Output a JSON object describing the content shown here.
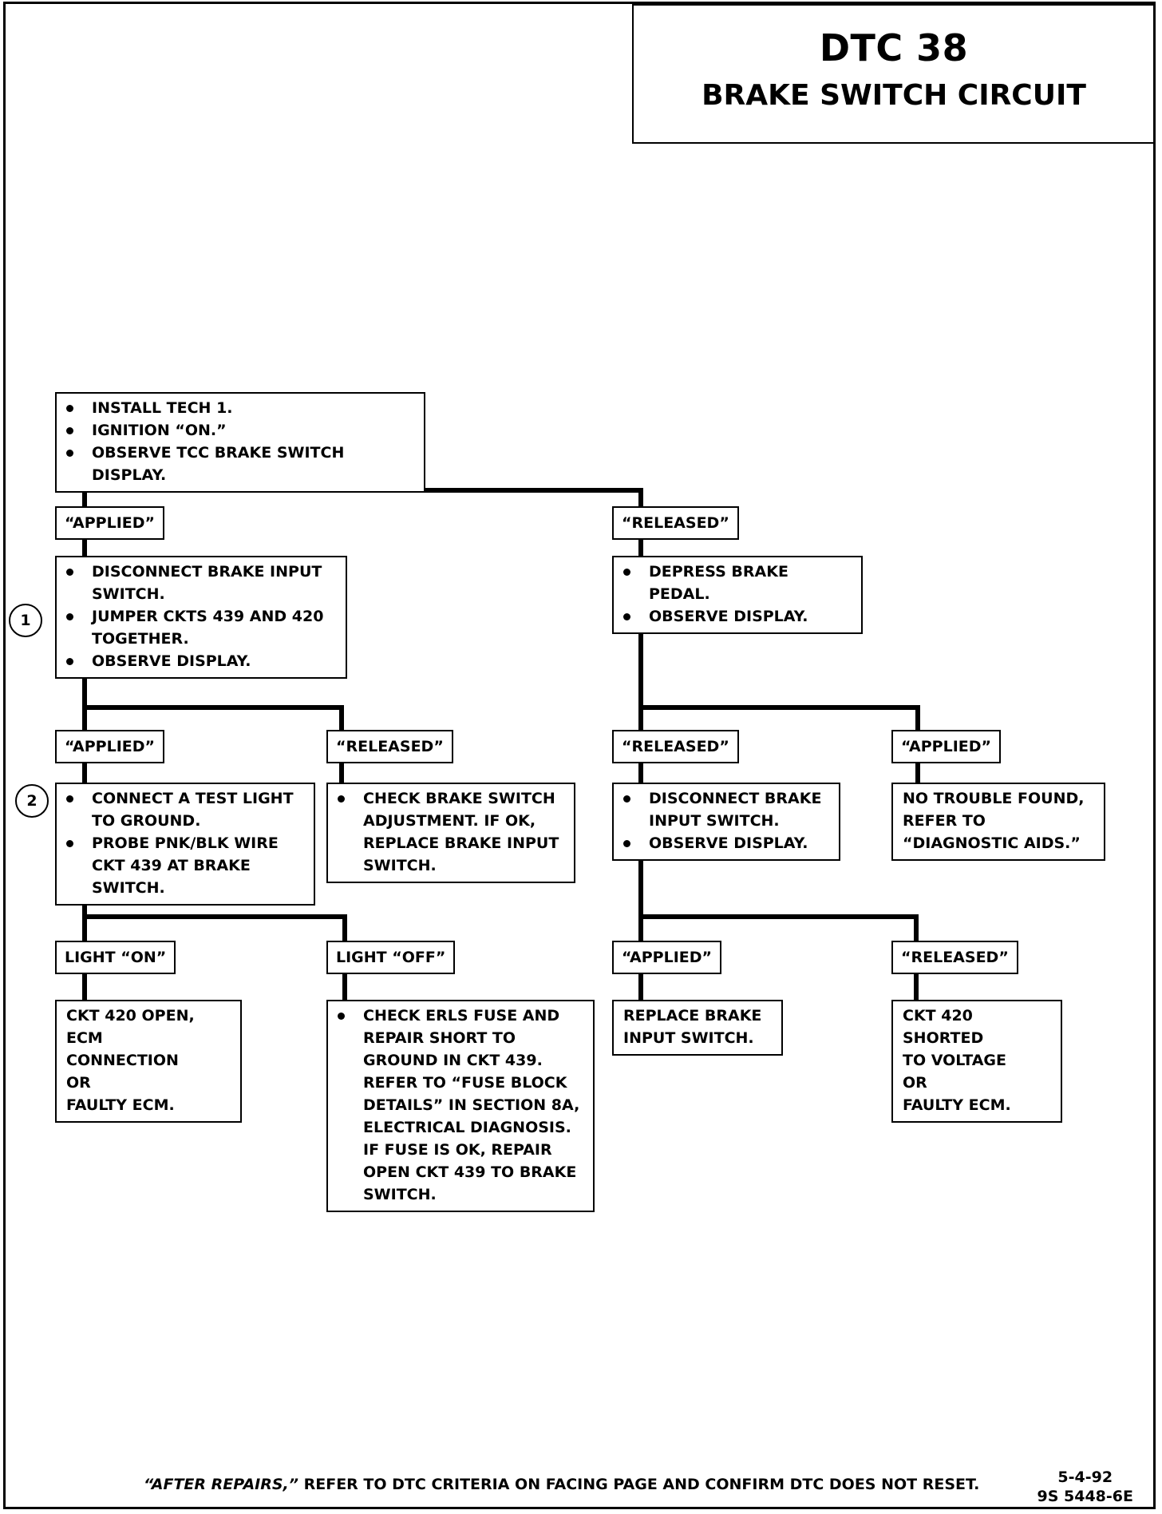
{
  "title": {
    "main": "DTC 38",
    "sub": "BRAKE SWITCH CIRCUIT"
  },
  "steps": {
    "step1": "1",
    "step2": "2"
  },
  "start_box": {
    "items": [
      "INSTALL TECH 1.",
      "IGNITION “ON.”",
      "OBSERVE TCC BRAKE SWITCH DISPLAY."
    ]
  },
  "branch_applied": {
    "label": "“APPLIED”",
    "box_items": [
      "DISCONNECT BRAKE INPUT SWITCH.",
      "JUMPER CKTS 439 AND 420 TOGETHER.",
      "OBSERVE DISPLAY."
    ],
    "applied": {
      "label": "“APPLIED”",
      "box_items": [
        "CONNECT A TEST LIGHT TO GROUND.",
        "PROBE PNK/BLK WIRE CKT 439 AT BRAKE SWITCH."
      ],
      "light_on": {
        "label": "LIGHT “ON”",
        "result": "CKT 420 OPEN, ECM\nCONNECTION\nOR\nFAULTY ECM."
      },
      "light_off": {
        "label": "LIGHT “OFF”",
        "box_items": [
          "CHECK ERLS FUSE AND REPAIR SHORT TO GROUND IN CKT 439. REFER TO “FUSE BLOCK DETAILS” IN SECTION 8A, ELECTRICAL DIAGNOSIS. IF FUSE IS OK, REPAIR OPEN CKT 439 TO BRAKE SWITCH."
        ]
      }
    },
    "released": {
      "label": "“RELEASED”",
      "box_items": [
        "CHECK BRAKE SWITCH ADJUSTMENT.  IF OK, REPLACE BRAKE INPUT SWITCH."
      ]
    }
  },
  "branch_released": {
    "label": "“RELEASED”",
    "box_items": [
      "DEPRESS BRAKE PEDAL.",
      "OBSERVE DISPLAY."
    ],
    "released": {
      "label": "“RELEASED”",
      "box_items": [
        "DISCONNECT BRAKE INPUT SWITCH.",
        "OBSERVE DISPLAY."
      ],
      "applied": {
        "label": "“APPLIED”",
        "result": "REPLACE BRAKE\nINPUT SWITCH."
      },
      "released": {
        "label": "“RELEASED”",
        "result": "CKT 420 SHORTED\nTO VOLTAGE\nOR\nFAULTY ECM."
      }
    },
    "applied": {
      "label": "“APPLIED”",
      "result": "NO TROUBLE FOUND,\nREFER TO\n“DIAGNOSTIC AIDS.”"
    }
  },
  "footer": {
    "note_emph": "“AFTER REPAIRS,”",
    "note_rest": " REFER TO DTC CRITERIA ON FACING PAGE AND CONFIRM DTC DOES NOT RESET.",
    "date": "5-4-92",
    "code": "9S 5448-6E"
  }
}
